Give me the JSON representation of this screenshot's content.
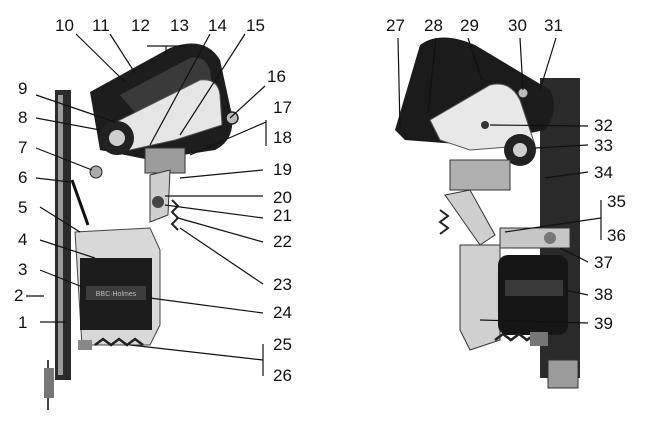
{
  "diagram": {
    "labels": [
      "1",
      "2",
      "3",
      "4",
      "5",
      "6",
      "7",
      "8",
      "9",
      "10",
      "11",
      "12",
      "13",
      "14",
      "15",
      "16",
      "17",
      "18",
      "19",
      "20",
      "21",
      "22",
      "23",
      "24",
      "25",
      "26",
      "27",
      "28",
      "29",
      "30",
      "31",
      "32",
      "33",
      "34",
      "35",
      "36",
      "37",
      "38",
      "39"
    ],
    "nameplate_text": "BBC·Holmes"
  }
}
